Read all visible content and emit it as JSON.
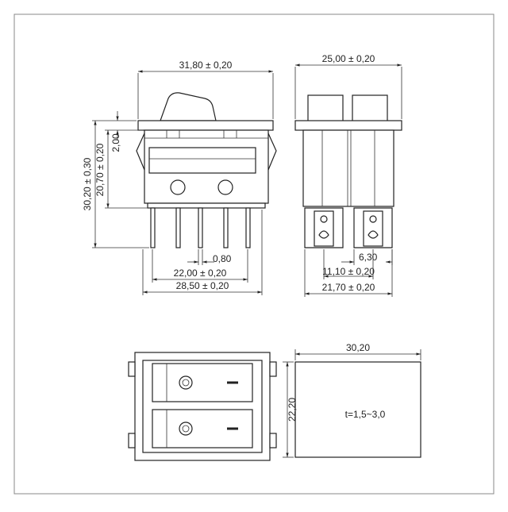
{
  "front_view": {
    "width_dim": "31,80 ± 0,20",
    "total_height_dim": "30,20 ± 0,30",
    "body_height_dim": "20,70 ± 0,20",
    "flange_dim": "2,00",
    "pin_dim": "0,80",
    "pin_spacing_dim": "22,00 ± 0,20",
    "base_width_dim": "28,50 ± 0,20"
  },
  "side_view": {
    "width_dim": "25,00 ± 0,20",
    "terminal_dim": "6,30",
    "terminal_spacing_dim": "11,10 ± 0,20",
    "base_width_dim": "21,70 ± 0,20"
  },
  "cutout": {
    "width_dim": "30,20",
    "height_dim": "22,20",
    "thickness_label": "t=1,5~3,0"
  }
}
